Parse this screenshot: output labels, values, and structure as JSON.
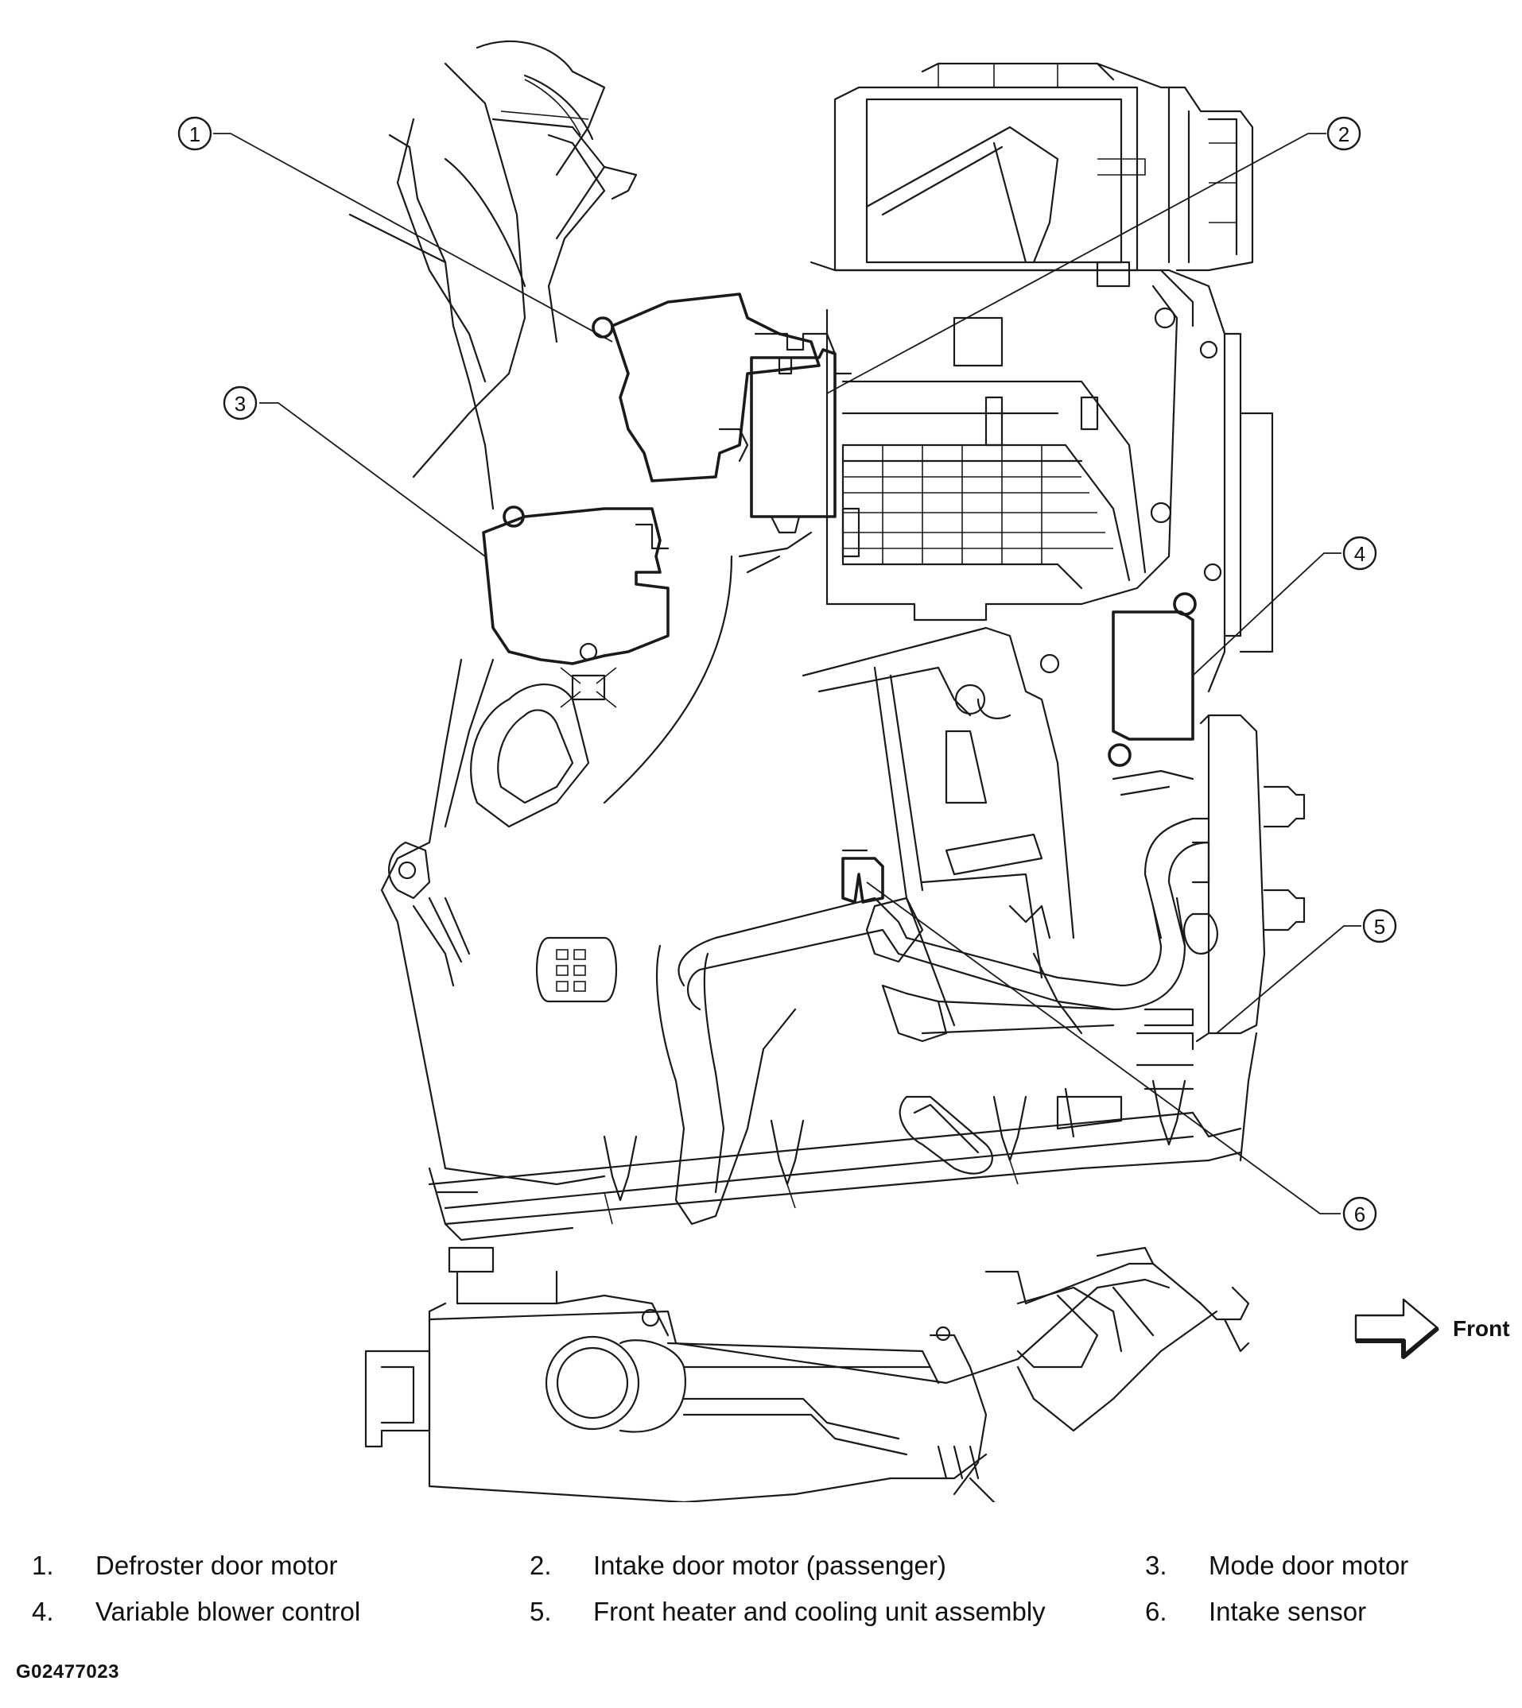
{
  "callouts": [
    {
      "number": "1"
    },
    {
      "number": "2"
    },
    {
      "number": "3"
    },
    {
      "number": "4"
    },
    {
      "number": "5"
    },
    {
      "number": "6"
    }
  ],
  "direction_label": "Front",
  "legend": [
    {
      "number": "1.",
      "label": "Defroster door motor"
    },
    {
      "number": "2.",
      "label": "Intake door motor (passenger)"
    },
    {
      "number": "3.",
      "label": "Mode door motor"
    },
    {
      "number": "4.",
      "label": "Variable blower control"
    },
    {
      "number": "5.",
      "label": "Front heater and cooling unit assembly"
    },
    {
      "number": "6.",
      "label": "Intake sensor"
    }
  ],
  "figure_id": "G02477023"
}
